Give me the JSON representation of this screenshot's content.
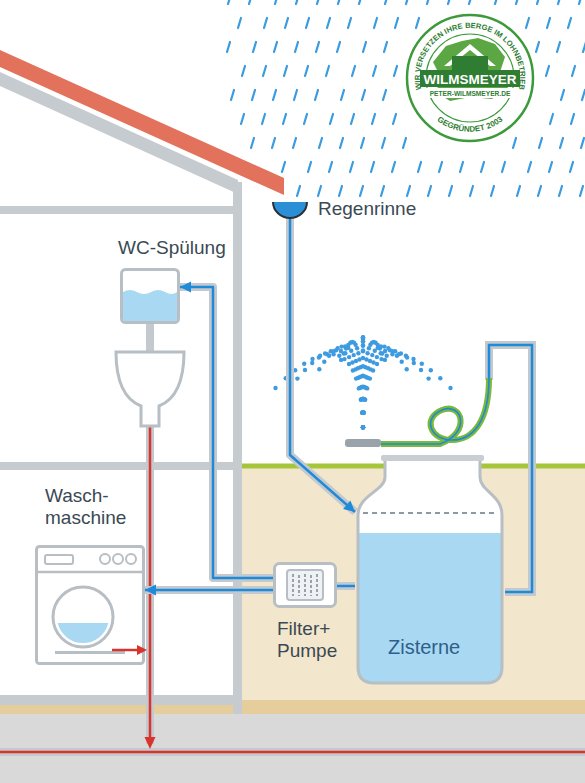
{
  "diagram": {
    "nodes": [
      {
        "text": [
          "Regenrinne"
        ]
      },
      {
        "text": [
          "WC-Spülung"
        ]
      },
      {
        "text": [
          "Wasch- maschine"
        ]
      },
      {
        "text": [
          "Filter+ Pumpe"
        ]
      },
      {
        "text": [
          "Zisterne"
        ]
      }
    ],
    "edges": [
      {
        "from": 0,
        "to": 4,
        "arrow": "to"
      },
      {
        "from": 4,
        "to": 3,
        "arrow": "none"
      },
      {
        "from": 3,
        "to": 2,
        "arrow": "to"
      },
      {
        "from": 3,
        "to": 1,
        "arrow": "to"
      }
    ],
    "labels": [
      "WIR VERSETZEN IHRE BERGE IM LOHNBETRIEB",
      "WILMSMEYER",
      "PETER-WILMSMEYER.DE",
      "GEGRÜNDET 2003"
    ]
  }
}
